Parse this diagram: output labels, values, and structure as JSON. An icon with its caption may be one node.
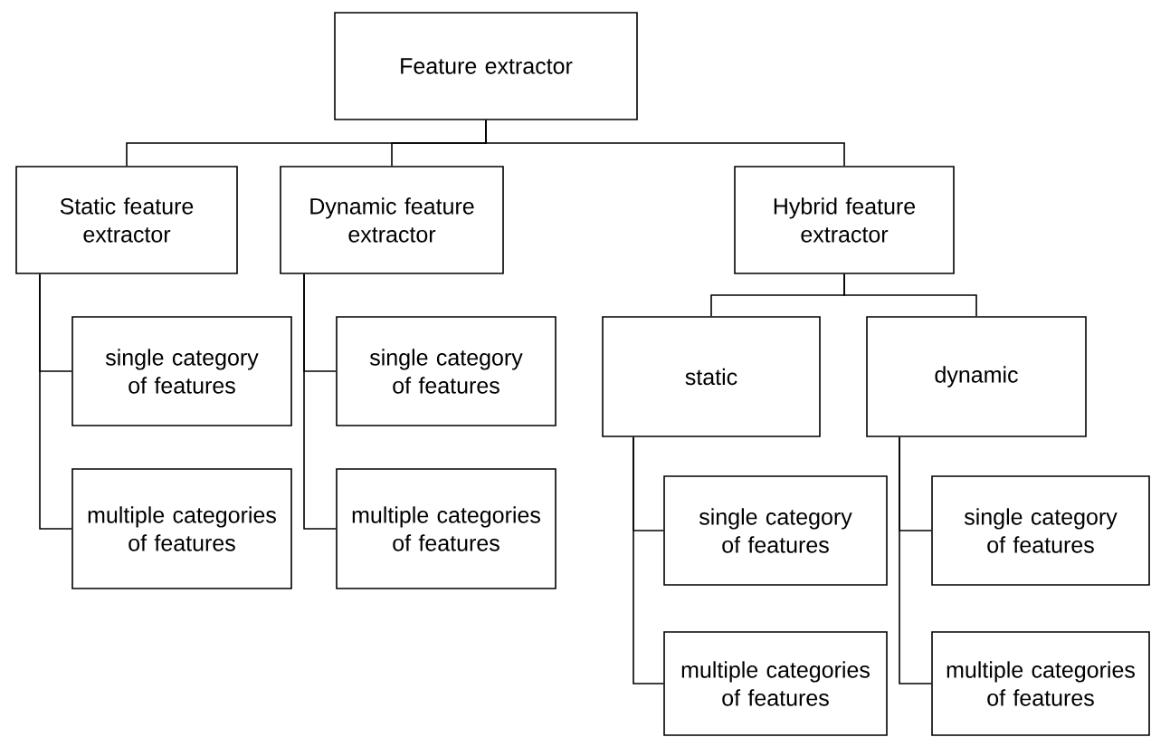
{
  "diagram": {
    "nodes": [
      {
        "text": [
          "Feature extractor"
        ]
      },
      {
        "text": [
          "Static feature extractor"
        ]
      },
      {
        "text": [
          "Dynamic feature extractor"
        ]
      },
      {
        "text": [
          "Hybrid feature extractor"
        ]
      },
      {
        "text": [
          "single category of features"
        ]
      },
      {
        "text": [
          "multiple categories of features"
        ]
      },
      {
        "text": [
          "single category of features"
        ]
      },
      {
        "text": [
          "multiple categories of features"
        ]
      },
      {
        "text": [
          "static"
        ]
      },
      {
        "text": [
          "dynamic"
        ]
      },
      {
        "text": [
          "single category of features"
        ]
      },
      {
        "text": [
          "multiple categories of features"
        ]
      },
      {
        "text": [
          "single category of features"
        ]
      },
      {
        "text": [
          "multiple categories of features"
        ]
      }
    ],
    "edges": [
      {
        "from": 0,
        "to": 1,
        "arrow": "none"
      },
      {
        "from": 0,
        "to": 2,
        "arrow": "none"
      },
      {
        "from": 0,
        "to": 3,
        "arrow": "none"
      },
      {
        "from": 1,
        "to": 4,
        "arrow": "none"
      },
      {
        "from": 1,
        "to": 5,
        "arrow": "none"
      },
      {
        "from": 2,
        "to": 6,
        "arrow": "none"
      },
      {
        "from": 2,
        "to": 7,
        "arrow": "none"
      },
      {
        "from": 3,
        "to": 8,
        "arrow": "none"
      },
      {
        "from": 3,
        "to": 9,
        "arrow": "none"
      },
      {
        "from": 8,
        "to": 10,
        "arrow": "none"
      },
      {
        "from": 8,
        "to": 11,
        "arrow": "none"
      },
      {
        "from": 9,
        "to": 12,
        "arrow": "none"
      },
      {
        "from": 9,
        "to": 13,
        "arrow": "none"
      }
    ]
  }
}
